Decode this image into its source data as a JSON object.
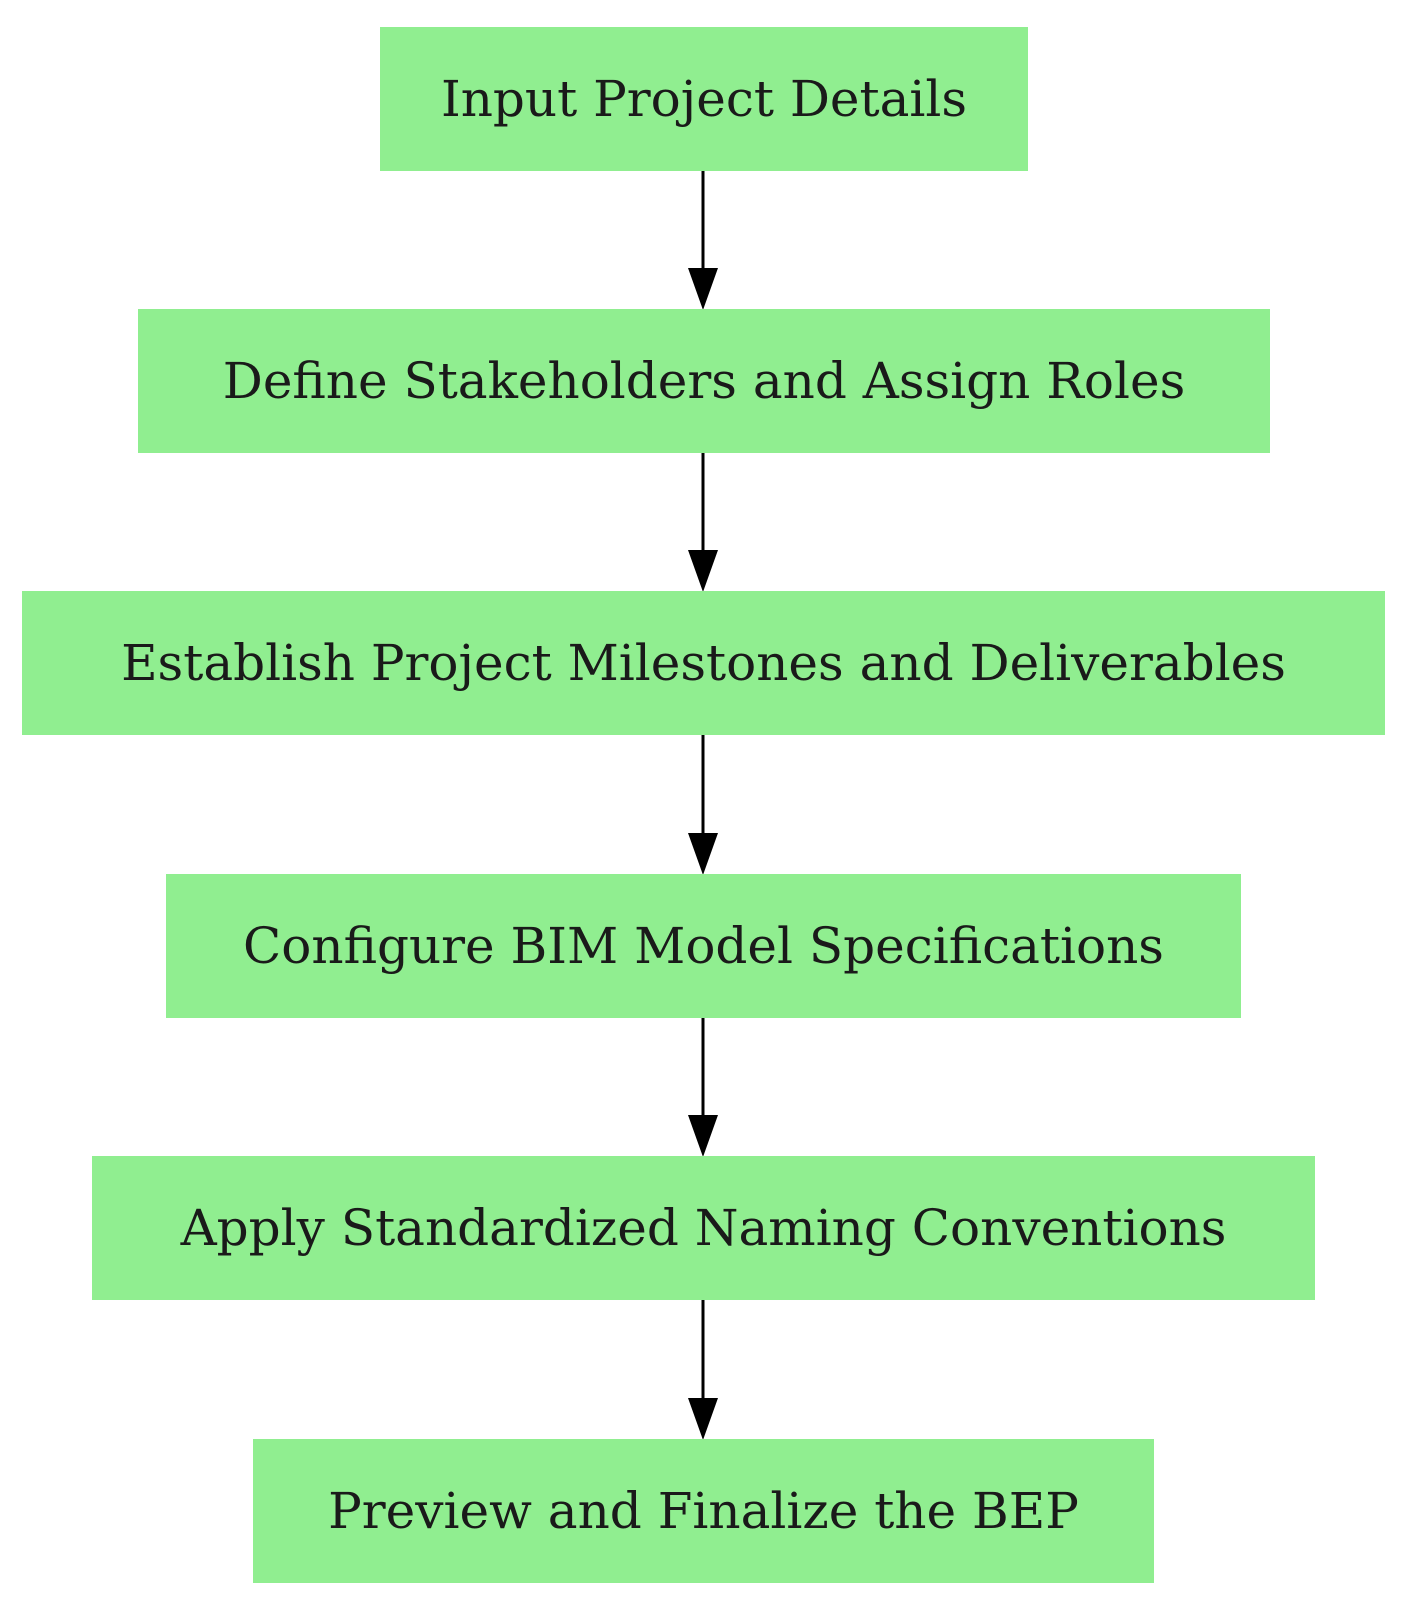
{
  "flowchart": {
    "node_fill": "#90ee90",
    "edge_color": "#000000",
    "steps": [
      {
        "label": "Input Project Details"
      },
      {
        "label": "Define Stakeholders and Assign Roles"
      },
      {
        "label": "Establish Project Milestones and Deliverables"
      },
      {
        "label": "Configure BIM Model Specifications"
      },
      {
        "label": "Apply Standardized Naming Conventions"
      },
      {
        "label": "Preview and Finalize the BEP"
      }
    ]
  }
}
